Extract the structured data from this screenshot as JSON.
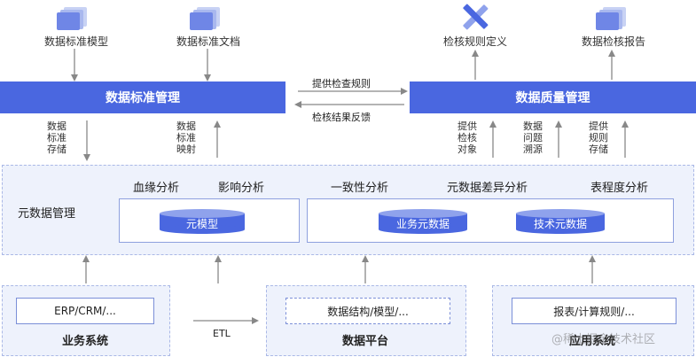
{
  "top_labels": {
    "std_model": "数据标准模型",
    "std_doc": "数据标准文档",
    "rule_def": "检核规则定义",
    "report": "数据检核报告"
  },
  "bars": {
    "std_mgmt": "数据标准管理",
    "quality_mgmt": "数据质量管理"
  },
  "mid_arrows": {
    "provide_rules": "提供检查规则",
    "feedback": "检核结果反馈"
  },
  "vertical_labels": {
    "std_storage": [
      "数据",
      "标准",
      "存储"
    ],
    "std_mapping": [
      "数据",
      "标准",
      "映射"
    ],
    "provide_objects": [
      "提供",
      "检核",
      "对象"
    ],
    "issue_trace": [
      "数据",
      "问题",
      "溯源"
    ],
    "provide_rule_store": [
      "提供",
      "规则",
      "存储"
    ]
  },
  "meta": {
    "title": "元数据管理",
    "lineage": "血缘分析",
    "impact": "影响分析",
    "consistency": "一致性分析",
    "diff": "元数据差异分析",
    "degree": "表程度分析",
    "meta_model": "元模型",
    "biz_meta": "业务元数据",
    "tech_meta": "技术元数据"
  },
  "bottom": {
    "biz_box": "ERP/CRM/...",
    "biz_title": "业务系统",
    "etl": "ETL",
    "platform_box": "数据结构/模型/...",
    "platform_title": "数据平台",
    "app_box": "报表/计算规则/...",
    "app_title": "应用系统",
    "watermark": "@稀土掘金技术社区"
  },
  "colors": {
    "accent": "#4a67e0",
    "panel_bg": "#eef2fc",
    "arrow": "#888888"
  }
}
